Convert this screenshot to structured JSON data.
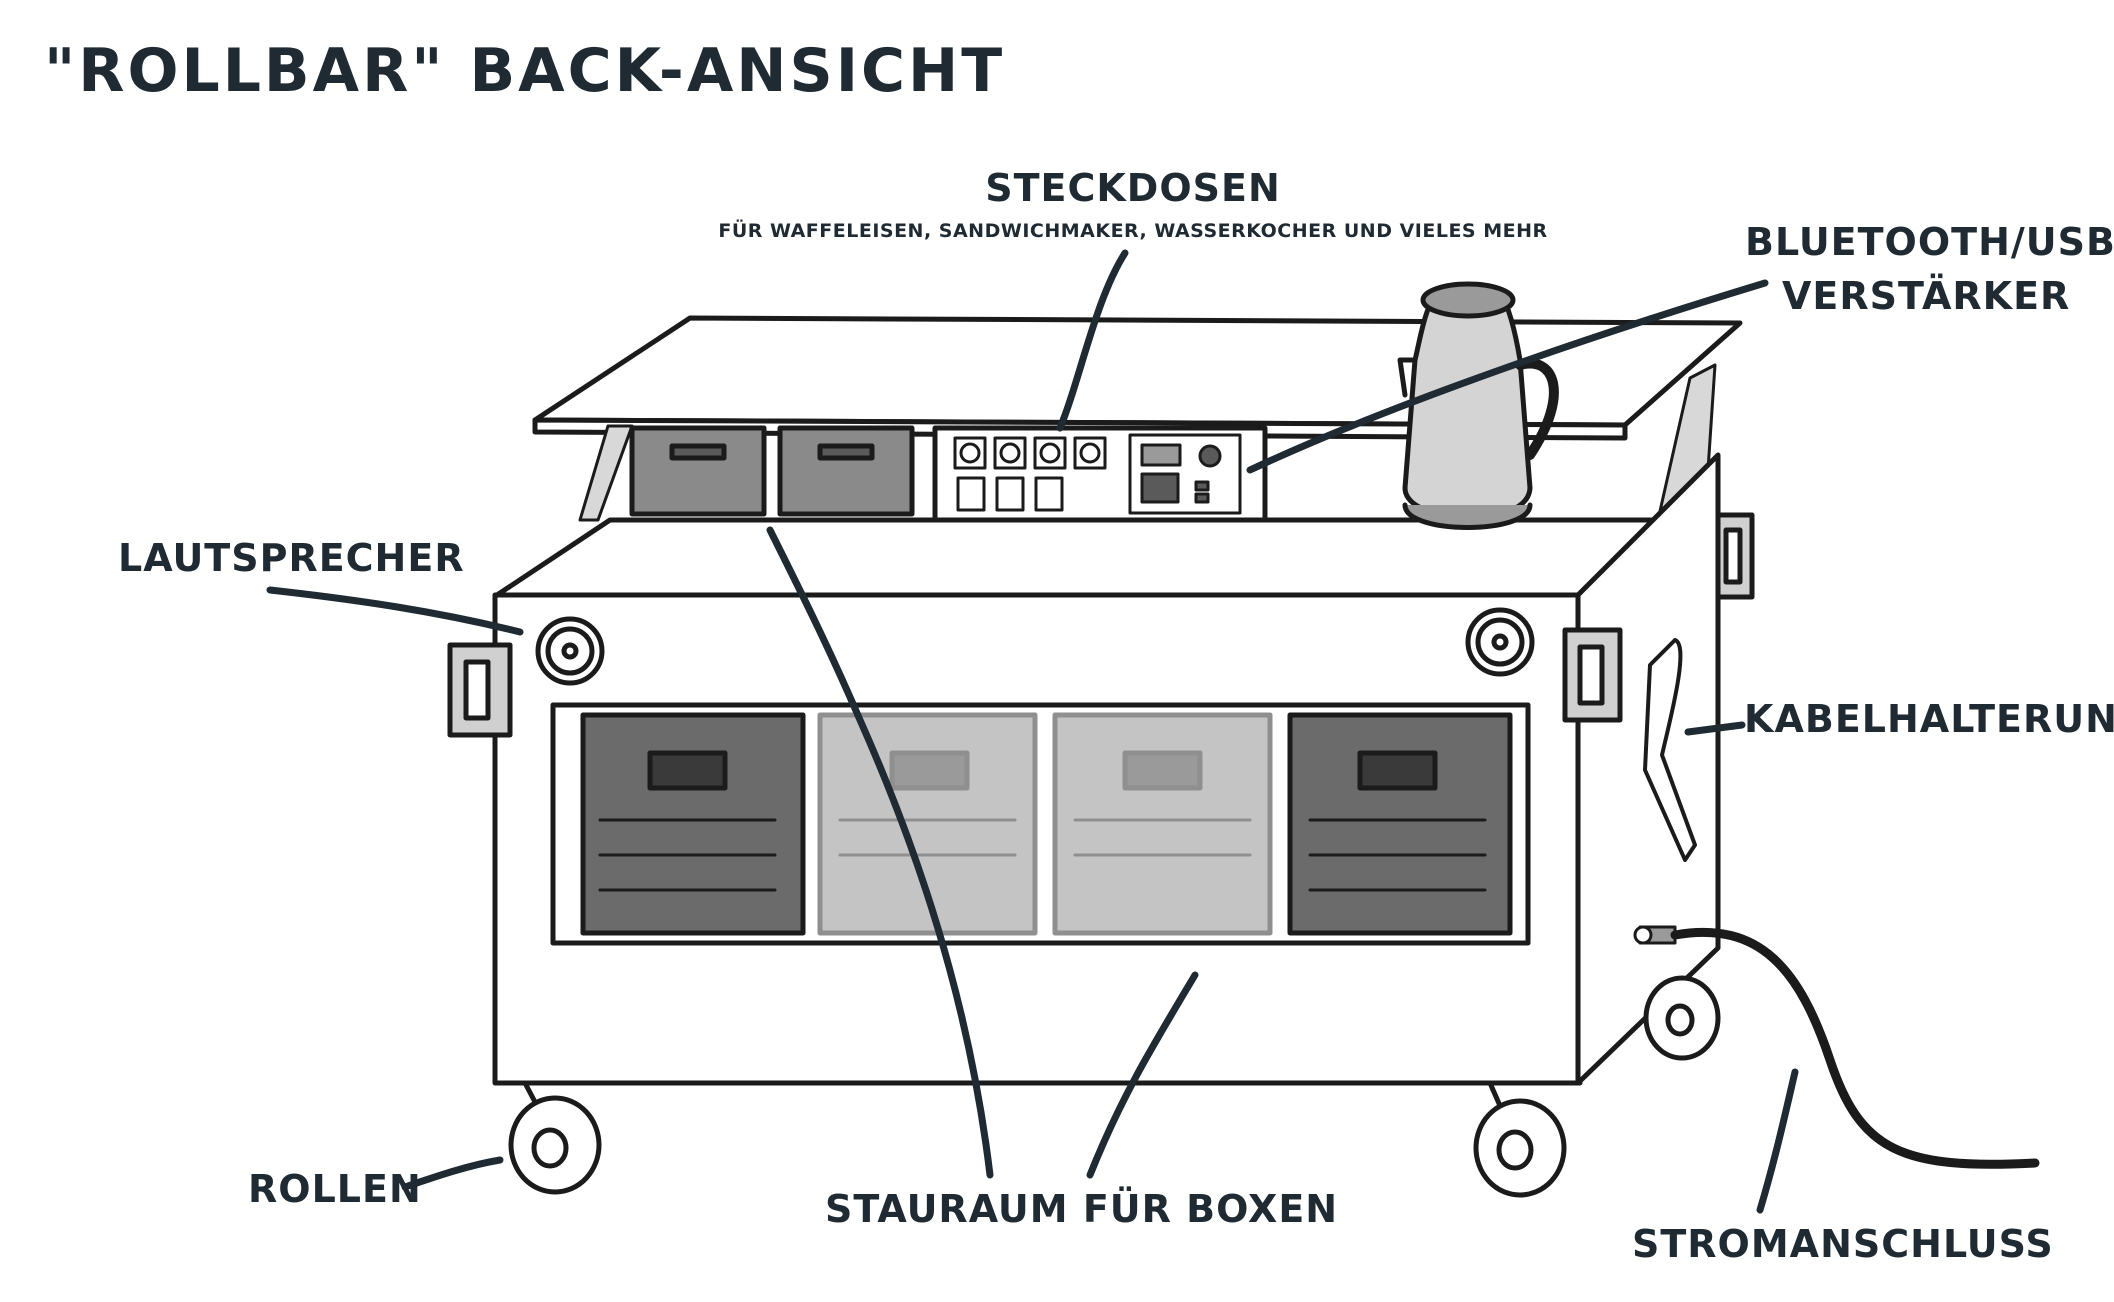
{
  "title": "\"ROLLBAR\" BACK-ANSICHT",
  "labels": {
    "steckdosen": "STECKDOSEN",
    "steckdosen_sub": "FÜR WAFFELEISEN, SANDWICHMAKER, WASSERKOCHER UND VIELES MEHR",
    "bluetooth_line1": "BLUETOOTH/USB",
    "bluetooth_line2": "VERSTÄRKER",
    "lautsprecher": "LAUTSPRECHER",
    "kabelhalterung": "KABELHALTERUNG",
    "rollen": "ROLLEN",
    "stauraum": "STAURAUM FÜR BOXEN",
    "stromanschluss": "STROMANSCHLUSS"
  },
  "colors": {
    "ink": "#1f2a33",
    "line": "#1b1b1b",
    "box_dark": "#6b6b6b",
    "box_light": "#c4c4c4",
    "kettle": "#bdbdbd"
  }
}
